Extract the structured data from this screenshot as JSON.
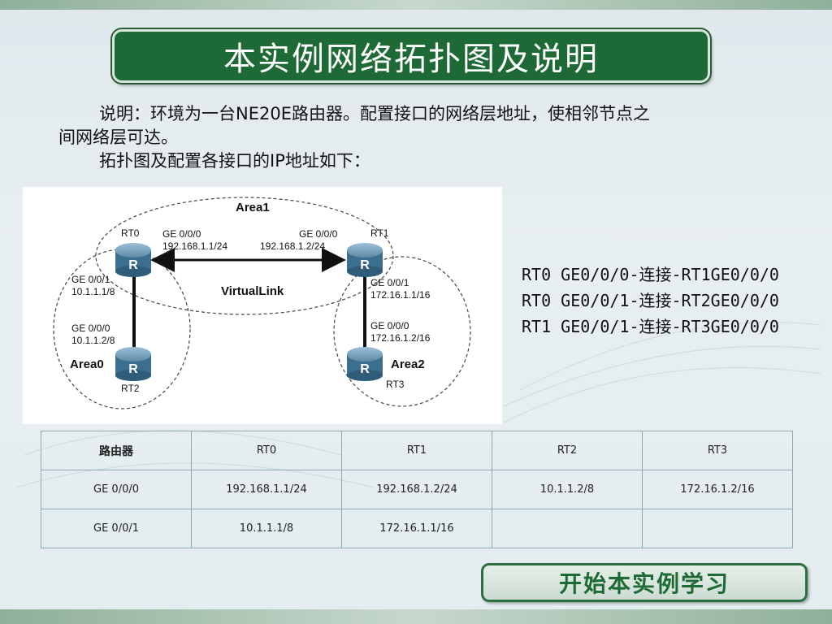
{
  "title": "本实例网络拓扑图及说明",
  "description": {
    "line1": "说明：环境为一台NE20E路由器。配置接口的网络层地址，使相邻节点之",
    "line2": "间网络层可达。",
    "line3": "拓扑图及配置各接口的IP地址如下："
  },
  "diagram": {
    "areas": [
      "Area1",
      "Area0",
      "Area2"
    ],
    "virtual_link": "VirtualLink",
    "routers": [
      "RT0",
      "RT1",
      "RT2",
      "RT3"
    ],
    "router_glyph": "R",
    "labels": {
      "rt0_ge000": "GE 0/0/0",
      "rt0_ge000_ip": "192.168.1.1/24",
      "rt1_ge000": "GE 0/0/0",
      "rt1_ge000_ip": "192.168.1.2/24",
      "rt0_ge001": "GE 0/0/1",
      "rt0_ge001_ip": "10.1.1.1/8",
      "rt2_ge000": "GE 0/0/0",
      "rt2_ge000_ip": "10.1.1.2/8",
      "rt1_ge001": "GE 0/0/1",
      "rt1_ge001_ip": "172.16.1.1/16",
      "rt3_ge000": "GE 0/0/0",
      "rt3_ge000_ip": "172.16.1.2/16"
    }
  },
  "connections": [
    "RT0 GE0/0/0-连接-RT1GE0/0/0",
    "RT0 GE0/0/1-连接-RT2GE0/0/0",
    "RT1 GE0/0/1-连接-RT3GE0/0/0"
  ],
  "table": {
    "header": [
      "路由器",
      "RT0",
      "RT1",
      "RT2",
      "RT3"
    ],
    "rows": [
      [
        "GE 0/0/0",
        "192.168.1.1/24",
        "192.168.1.2/24",
        "10.1.1.2/8",
        "172.16.1.2/16"
      ],
      [
        "GE 0/0/1",
        "10.1.1.1/8",
        "172.16.1.1/16",
        "",
        ""
      ]
    ]
  },
  "start_button": "开始本实例学习",
  "colors": {
    "title_bg": "#1e6a36",
    "button_border": "#2e6e43",
    "router": "#3c6e8f"
  }
}
